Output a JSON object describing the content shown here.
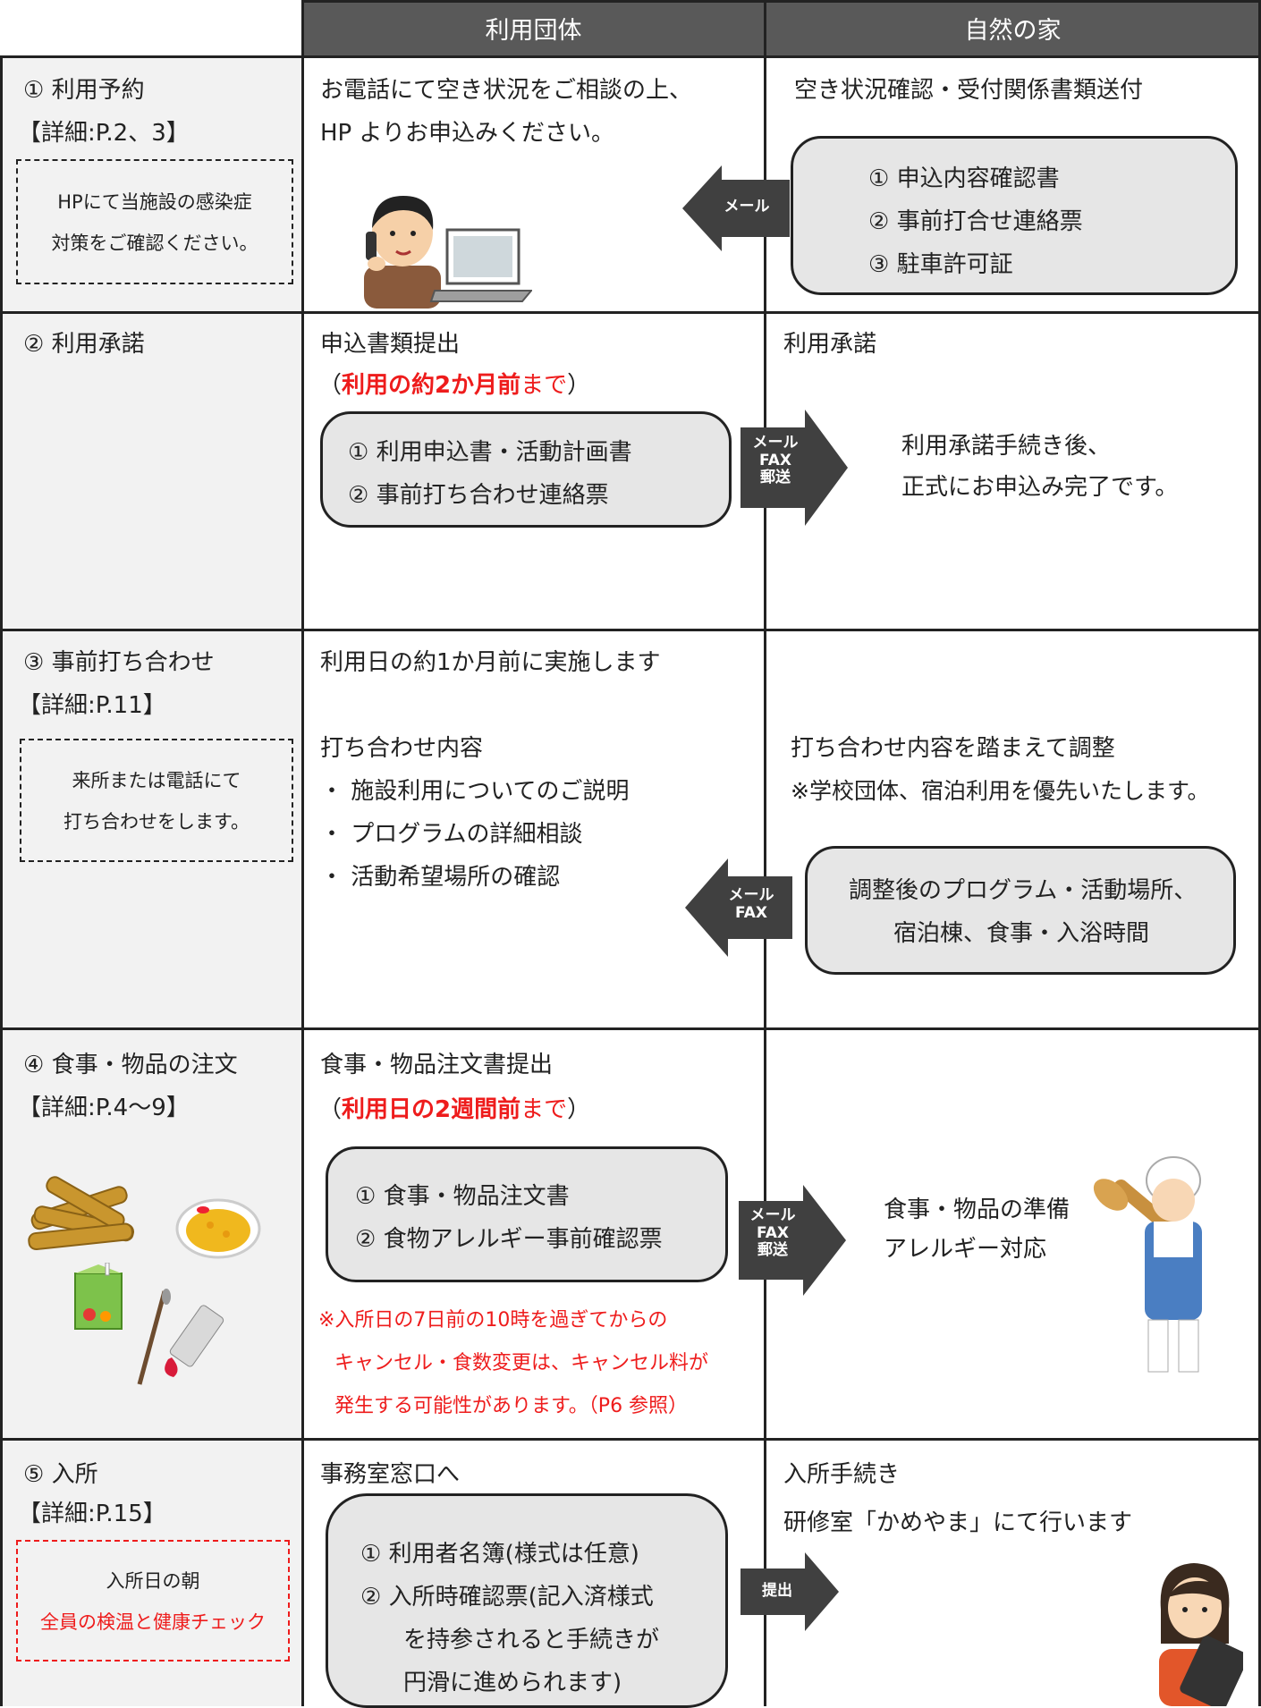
{
  "header": {
    "col_group": "利用団体",
    "col_house": "自然の家"
  },
  "rows": [
    {
      "step": "① 利用予約",
      "detail": "【詳細:P.2、3】",
      "note": [
        "HPにて当施設の感染症",
        "対策をご確認ください。"
      ],
      "group": [
        "お電話にて空き状況をご相談の上、",
        "HP よりお申込みください。"
      ],
      "house": "空き状況確認・受付関係書類送付",
      "house_box": [
        "① 申込内容確認書",
        "② 事前打合せ連絡票",
        "③ 駐車許可証"
      ],
      "arrow": "メール"
    },
    {
      "step": "② 利用承諾",
      "group_title": "申込書類提出",
      "deadline": {
        "open": "（",
        "emphasis": "利用の約2か月前",
        "suffix": "まで",
        "close": "）"
      },
      "group_box": [
        "① 利用申込書・活動計画書",
        "② 事前打ち合わせ連絡票"
      ],
      "arrow": [
        "メール",
        "FAX",
        "郵送"
      ],
      "house_title": "利用承諾",
      "house": [
        "利用承諾手続き後、",
        "正式にお申込み完了です。"
      ]
    },
    {
      "step": "③ 事前打ち合わせ",
      "detail": "【詳細:P.11】",
      "note": [
        "来所または電話にて",
        "打ち合わせをします。"
      ],
      "group_title": "利用日の約1か月前に実施します",
      "group_sub": "打ち合わせ内容",
      "group_items": [
        "・ 施設利用についてのご説明",
        "・ プログラムの詳細相談",
        "・ 活動希望場所の確認"
      ],
      "house_title": "打ち合わせ内容を踏まえて調整",
      "house_note": "※学校団体、宿泊利用を優先いたします。",
      "house_box": [
        "調整後のプログラム・活動場所、",
        "宿泊棟、食事・入浴時間"
      ],
      "arrow": [
        "メール",
        "FAX"
      ]
    },
    {
      "step": "④ 食事・物品の注文",
      "detail": "【詳細:P.4～9】",
      "group_title": "食事・物品注文書提出",
      "deadline": {
        "open": "（",
        "emphasis": "利用日の2週間前",
        "suffix": "まで",
        "close": "）"
      },
      "group_box": [
        "① 食事・物品注文書",
        "② 食物アレルギー事前確認票"
      ],
      "warning": [
        "※入所日の7日前の10時を過ぎてからの",
        "キャンセル・食数変更は、キャンセル料が",
        "発生する可能性があります。（P6 参照）"
      ],
      "arrow": [
        "メール",
        "FAX",
        "郵送"
      ],
      "house": [
        "食事・物品の準備",
        "アレルギー対応"
      ]
    },
    {
      "step": "⑤ 入所",
      "detail": "【詳細:P.15】",
      "note": [
        "入所日の朝",
        "全員の検温と健康チェック"
      ],
      "group_title": "事務室窓口へ",
      "group_box": [
        "① 利用者名簿(様式は任意)",
        "② 入所時確認票(記入済様式",
        "を持参されると手続きが",
        "円滑に進められます)"
      ],
      "arrow": "提出",
      "house_title": "入所手続き",
      "house": "研修室「かめやま」にて行います"
    }
  ],
  "colors": {
    "header_bg": "#595959",
    "left_bg": "#f2f2f2",
    "box_bg": "#e6e6e6",
    "arrow": "#404040",
    "red": "#ee1c1c"
  },
  "icons": [
    "person-on-phone-icon",
    "laptop-icon",
    "food-items-icon",
    "curry-icon",
    "juice-box-icon",
    "paint-tube-icon",
    "cook-icon",
    "receptionist-icon"
  ]
}
